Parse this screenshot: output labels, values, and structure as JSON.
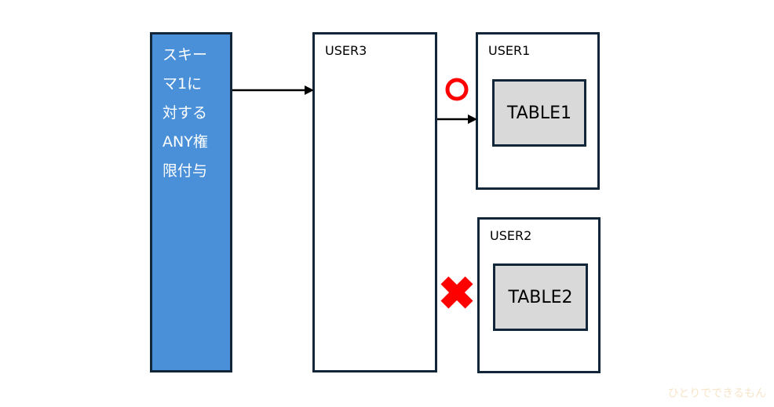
{
  "schema_box": {
    "lines": [
      "スキー",
      "マ1に",
      "対する",
      "ANY権",
      "限付与"
    ]
  },
  "user3": {
    "label": "USER3"
  },
  "user1": {
    "label": "USER1",
    "table": "TABLE1"
  },
  "user2": {
    "label": "USER2",
    "table": "TABLE2"
  },
  "marks": {
    "allowed": "○",
    "denied": "✖"
  },
  "colors": {
    "schema_fill": "#4a90d9",
    "border": "#12263a",
    "table_fill": "#d9d9d9",
    "mark_red": "#ff0000"
  },
  "watermark": "ひとりでできるもん"
}
